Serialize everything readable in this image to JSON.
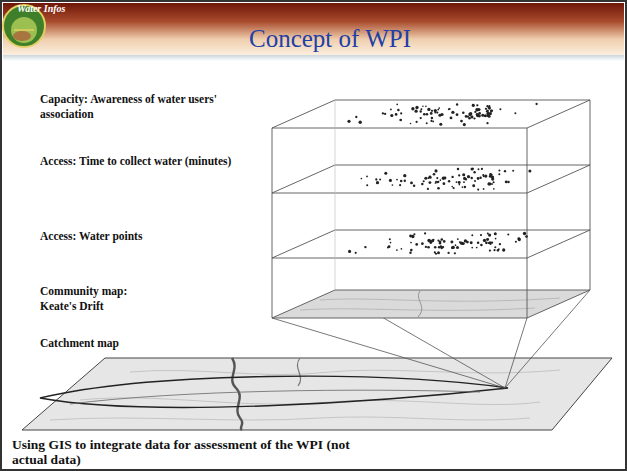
{
  "diagram": {
    "title": "Concept of WPI",
    "caption": "Using GIS to integrate data for assessment of the WPI (not actual data)",
    "labels": [
      "Water Infos",
      "Capacity: Awareness of water users' association",
      "Access: Time to collect water (minutes)",
      "Access: Water points",
      "Community map: Keate's Drift",
      "Catchment map"
    ]
  }
}
